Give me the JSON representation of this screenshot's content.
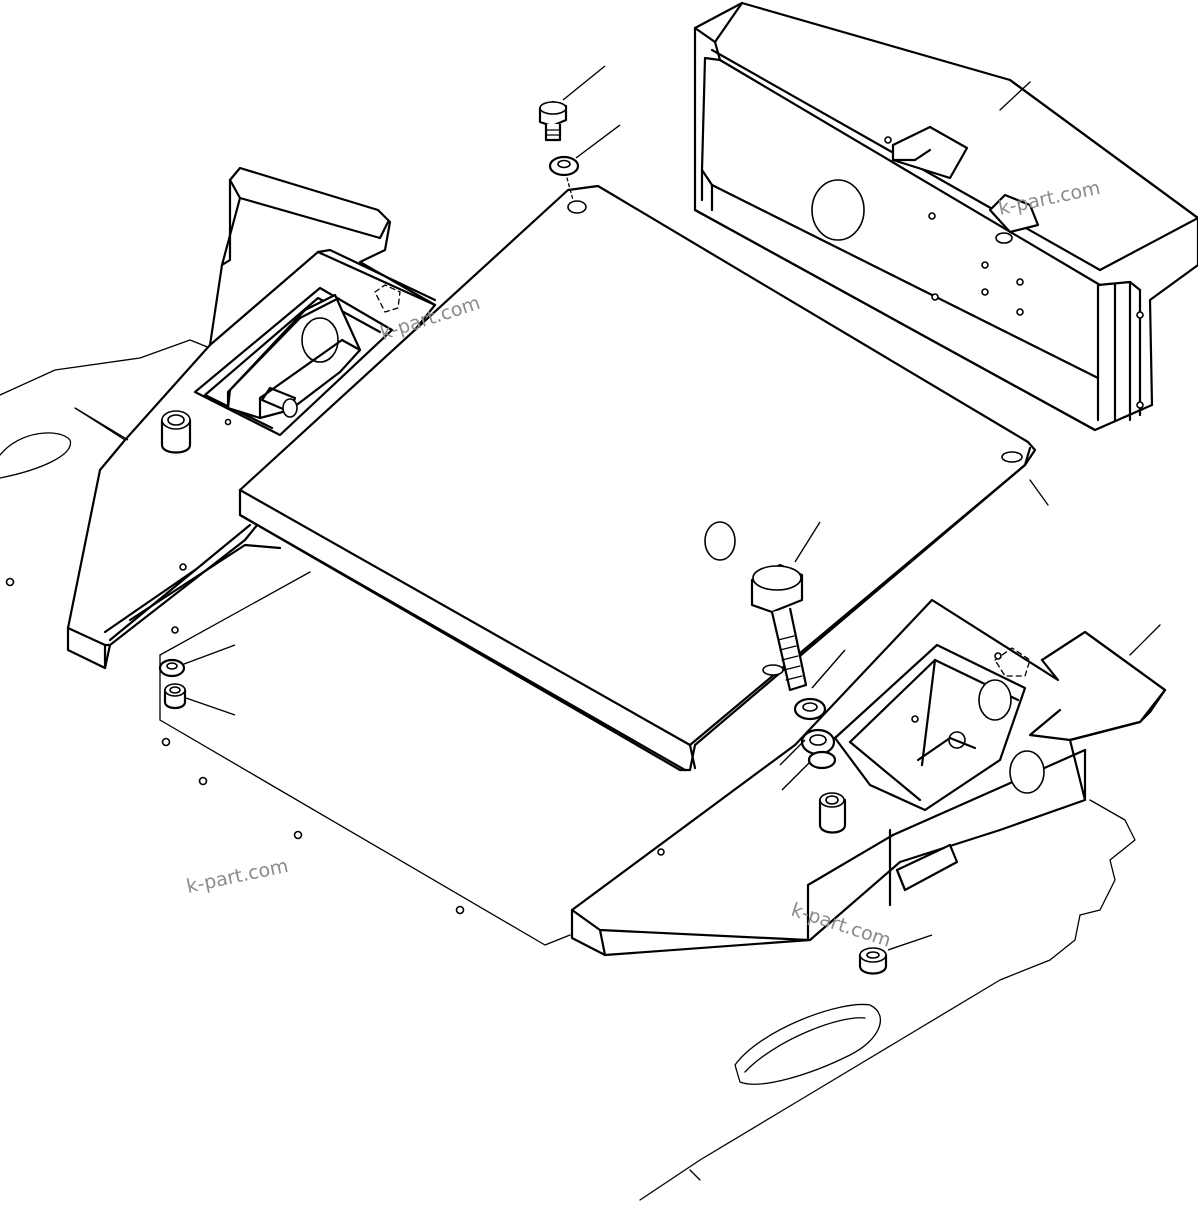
{
  "diagram": {
    "watermarks": [
      {
        "id": "wm-1",
        "text": "k-part.com"
      },
      {
        "id": "wm-2",
        "text": "k-part.com"
      },
      {
        "id": "wm-3",
        "text": "k-part.com"
      },
      {
        "id": "wm-4",
        "text": "k-part.com"
      }
    ],
    "parts": [
      "floor-plate",
      "left-bracket",
      "cover-plate",
      "rear-panel",
      "right-bracket",
      "bolt-small",
      "washer-small",
      "bolt-large",
      "washer-large",
      "spring-washer",
      "nut-left-upper",
      "nut-left-lower",
      "nut-right",
      "spacer-left",
      "spacer-right"
    ]
  }
}
